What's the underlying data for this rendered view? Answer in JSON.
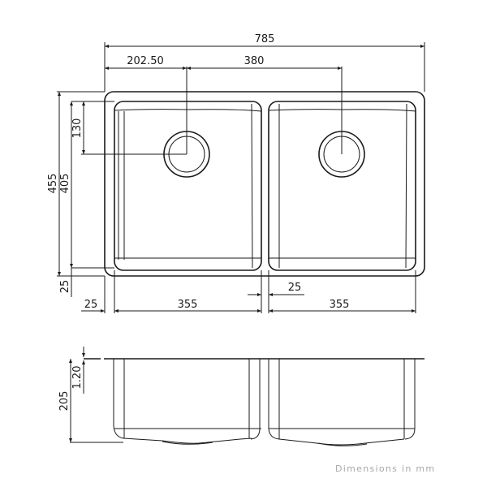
{
  "drawing": {
    "subject": "Double bowl undermount sink",
    "views": [
      "plan-view",
      "side-elevation"
    ],
    "units_note": "Dimensions in mm",
    "colors": {
      "line": "#1a1a1a",
      "note": "#a8a8a8",
      "background": "#ffffff"
    }
  },
  "plan_view": {
    "dimensions": {
      "overall_width": "785",
      "waste_offset_left": "202.50",
      "waste_centers": "380",
      "overall_depth": "455",
      "bowl_depth": "405",
      "waste_offset_back": "130",
      "rim_front": "25",
      "rim_side": "25",
      "bowl_width_left": "355",
      "divider": "25",
      "bowl_width_right": "355"
    }
  },
  "side_view": {
    "dimensions": {
      "bowl_height": "205",
      "flange_thickness": "1.20"
    }
  }
}
